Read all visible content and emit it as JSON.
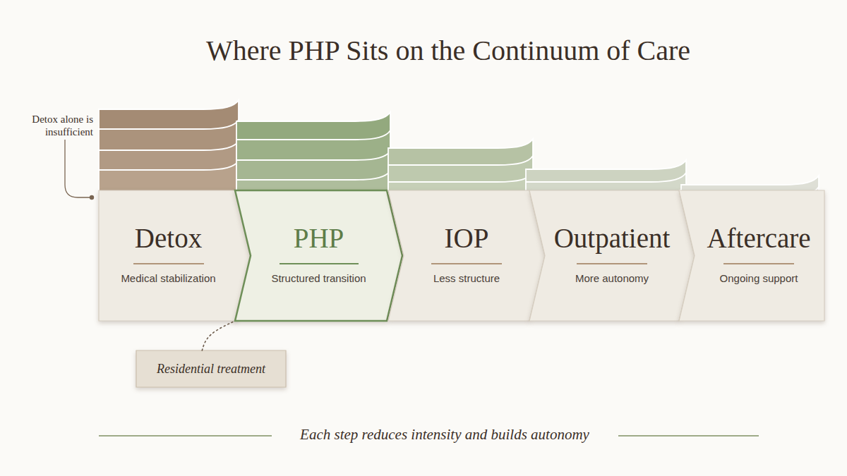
{
  "diagram": {
    "title": "Where PHP Sits on the Continuum of Care",
    "caption": "Each step reduces intensity and builds autonomy",
    "nodes": [
      {
        "text": [
          "Detox",
          "Medical stabilization"
        ]
      },
      {
        "text": [
          "PHP",
          "Structured transition"
        ]
      },
      {
        "text": [
          "IOP",
          "Less structure"
        ]
      },
      {
        "text": [
          "Outpatient",
          "More autonomy"
        ]
      },
      {
        "text": [
          "Aftercare",
          "Ongoing support"
        ]
      },
      {
        "text": [
          "Residential treatment"
        ]
      }
    ],
    "edges": [
      {
        "from": 5,
        "to": 1,
        "arrow": "none"
      }
    ],
    "labels": [
      "Detox alone is insufficient"
    ]
  }
}
